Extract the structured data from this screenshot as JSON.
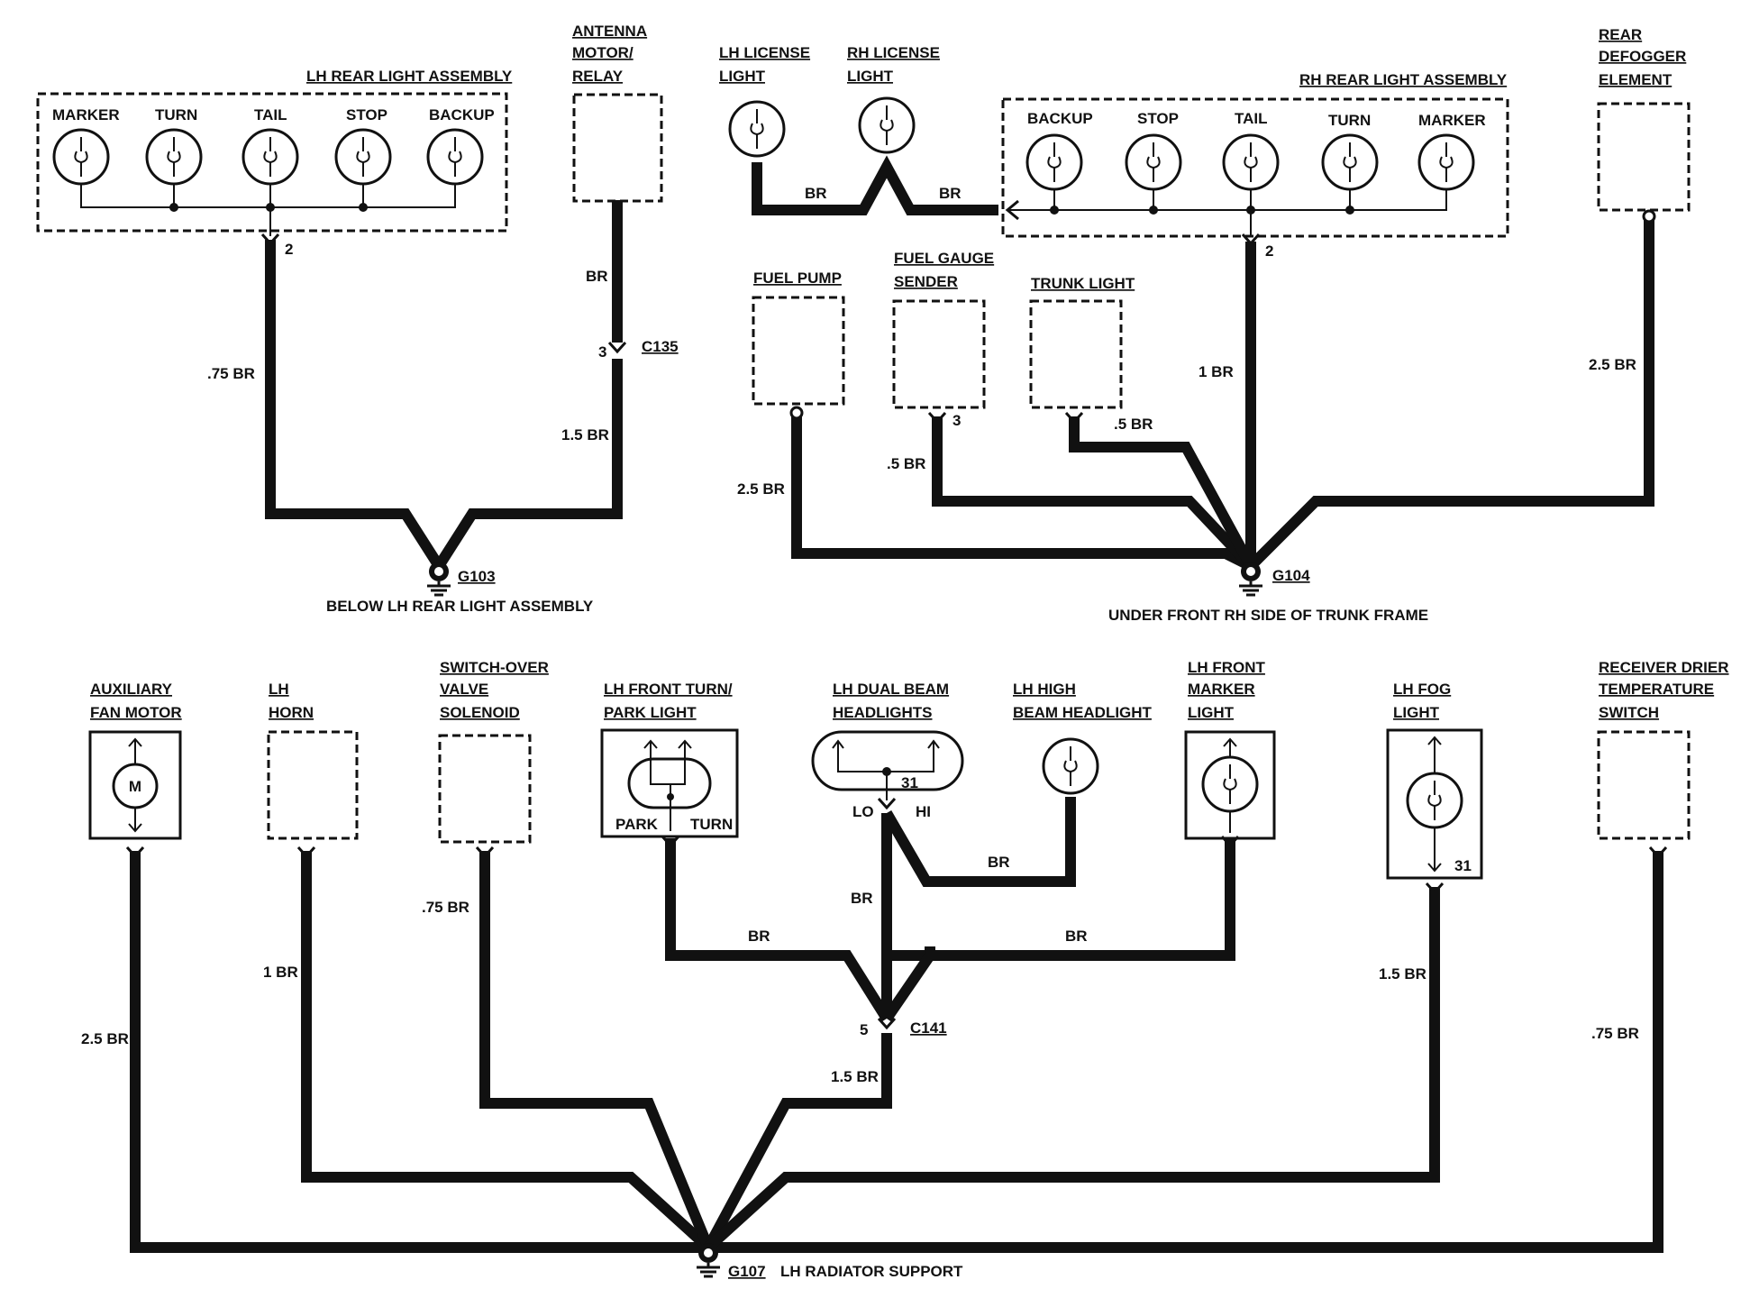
{
  "rear_lh": {
    "title": "LH REAR LIGHT ASSEMBLY",
    "bulbs": [
      "MARKER",
      "TURN",
      "TAIL",
      "STOP",
      "BACKUP"
    ],
    "pin": "2",
    "wire": ".75 BR"
  },
  "antenna": {
    "title": [
      "ANTENNA",
      "MOTOR/",
      "RELAY"
    ],
    "wire_upper": "BR",
    "pin": "3",
    "connector": "C135",
    "wire_lower": "1.5 BR"
  },
  "g103": {
    "id": "G103",
    "location": "BELOW LH REAR LIGHT ASSEMBLY"
  },
  "license": {
    "lh_title": [
      "LH LICENSE",
      "LIGHT"
    ],
    "rh_title": [
      "RH LICENSE",
      "LIGHT"
    ],
    "wire_a": "BR",
    "wire_b": "BR"
  },
  "rear_rh": {
    "title": "RH REAR LIGHT ASSEMBLY",
    "bulbs": [
      "BACKUP",
      "STOP",
      "TAIL",
      "TURN",
      "MARKER"
    ],
    "pin": "2",
    "wire": "1 BR"
  },
  "defogger": {
    "title": [
      "REAR",
      "DEFOGGER",
      "ELEMENT"
    ],
    "wire": "2.5 BR"
  },
  "fuel_pump": {
    "title": "FUEL PUMP",
    "wire": "2.5 BR"
  },
  "fuel_gauge": {
    "title": [
      "FUEL GAUGE",
      "SENDER"
    ],
    "pin": "3",
    "wire": ".5 BR"
  },
  "trunk_light": {
    "title": "TRUNK LIGHT",
    "wire": ".5 BR"
  },
  "g104": {
    "id": "G104",
    "location": "UNDER FRONT RH SIDE OF TRUNK FRAME"
  },
  "aux_fan": {
    "title": [
      "AUXILIARY",
      "FAN MOTOR"
    ],
    "symbol": "M",
    "wire": "2.5 BR"
  },
  "horn": {
    "title": [
      "LH",
      "HORN"
    ],
    "wire": "1 BR"
  },
  "switchover": {
    "title": [
      "SWITCH-OVER",
      "VALVE",
      "SOLENOID"
    ],
    "wire": ".75 BR"
  },
  "turn_park": {
    "title": [
      "LH FRONT TURN/",
      "PARK LIGHT"
    ],
    "park": "PARK",
    "turn": "TURN",
    "wire": "BR"
  },
  "dual_beam": {
    "title": [
      "LH DUAL BEAM",
      "HEADLIGHTS"
    ],
    "pin": "31",
    "lo": "LO",
    "hi": "HI",
    "wire": "BR",
    "wire_hi": "BR"
  },
  "high_beam": {
    "title": [
      "LH HIGH",
      "BEAM HEADLIGHT"
    ]
  },
  "front_marker": {
    "title": [
      "LH FRONT",
      "MARKER",
      "LIGHT"
    ],
    "wire": "BR"
  },
  "c141": {
    "pin": "5",
    "connector": "C141",
    "wire": "1.5 BR"
  },
  "fog": {
    "title": [
      "LH FOG",
      "LIGHT"
    ],
    "pin": "31",
    "wire": "1.5 BR"
  },
  "drier": {
    "title": [
      "RECEIVER DRIER",
      "TEMPERATURE",
      "SWITCH"
    ],
    "wire": ".75 BR"
  },
  "g107": {
    "id": "G107",
    "location": "LH RADIATOR SUPPORT"
  }
}
